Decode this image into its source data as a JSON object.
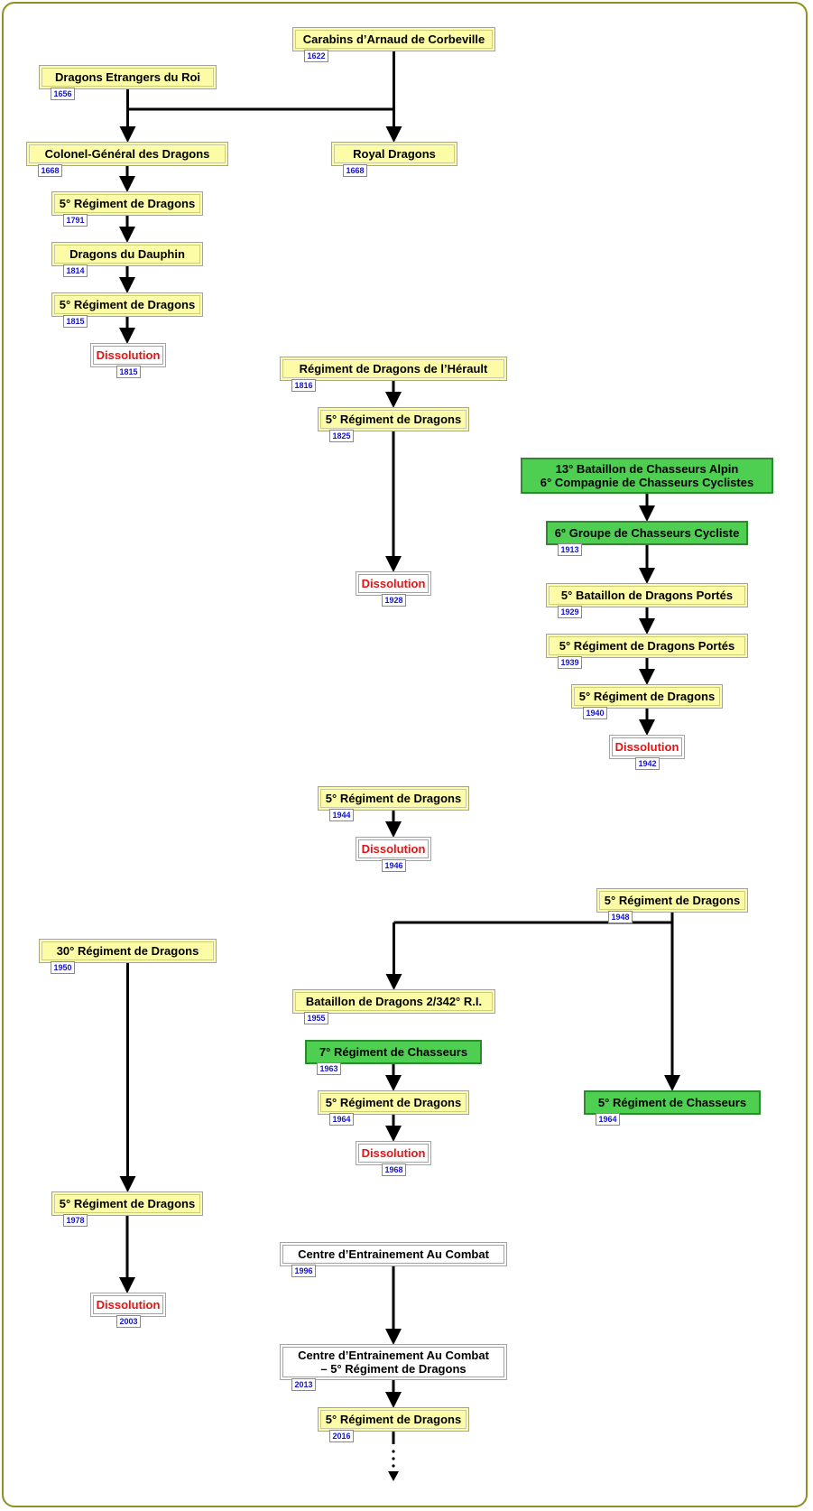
{
  "colors": {
    "frame": "#8f8f22",
    "yellow_node": "#fdfca6",
    "green_node": "#4fcf52",
    "dissolution_text": "#e31414",
    "year_text": "#1414d4",
    "arrow": "#000000"
  },
  "nodes": [
    {
      "id": "n1",
      "label": "Carabins d’Arnaud de Corbeville",
      "year": "1622",
      "style": "yellow"
    },
    {
      "id": "n2",
      "label": "Dragons Etrangers du Roi",
      "year": "1656",
      "style": "yellow"
    },
    {
      "id": "n3",
      "label": "Colonel-Général des Dragons",
      "year": "1668",
      "style": "yellow"
    },
    {
      "id": "n4",
      "label": "Royal Dragons",
      "year": "1668",
      "style": "yellow"
    },
    {
      "id": "n5",
      "label": "5° Régiment de Dragons",
      "year": "1791",
      "style": "yellow"
    },
    {
      "id": "n6",
      "label": "Dragons du Dauphin",
      "year": "1814",
      "style": "yellow"
    },
    {
      "id": "n7",
      "label": "5° Régiment de Dragons",
      "year": "1815",
      "style": "yellow"
    },
    {
      "id": "n8",
      "label": "Dissolution",
      "year": "1815",
      "style": "diss"
    },
    {
      "id": "n9",
      "label": "Régiment de Dragons de l’Hérault",
      "year": "1816",
      "style": "yellow"
    },
    {
      "id": "n10",
      "label": "5° Régiment de Dragons",
      "year": "1825",
      "style": "yellow"
    },
    {
      "id": "n11",
      "label": "Dissolution",
      "year": "1928",
      "style": "diss"
    },
    {
      "id": "n12",
      "label": "13° Bataillon de Chasseurs Alpin\n6° Compagnie de Chasseurs Cyclistes",
      "year": "",
      "style": "green"
    },
    {
      "id": "n13",
      "label": "6° Groupe de Chasseurs Cycliste",
      "year": "1913",
      "style": "green"
    },
    {
      "id": "n14",
      "label": "5° Bataillon de Dragons Portés",
      "year": "1929",
      "style": "yellow"
    },
    {
      "id": "n15",
      "label": "5° Régiment de Dragons Portés",
      "year": "1939",
      "style": "yellow"
    },
    {
      "id": "n16",
      "label": "5° Régiment de Dragons",
      "year": "1940",
      "style": "yellow"
    },
    {
      "id": "n17",
      "label": "Dissolution",
      "year": "1942",
      "style": "diss"
    },
    {
      "id": "n18",
      "label": "5° Régiment de Dragons",
      "year": "1944",
      "style": "yellow"
    },
    {
      "id": "n19",
      "label": "Dissolution",
      "year": "1946",
      "style": "diss"
    },
    {
      "id": "n20",
      "label": "5° Régiment de Dragons",
      "year": "1948",
      "style": "yellow"
    },
    {
      "id": "n21",
      "label": "30° Régiment de Dragons",
      "year": "1950",
      "style": "yellow"
    },
    {
      "id": "n22",
      "label": "Bataillon de Dragons 2/342° R.I.",
      "year": "1955",
      "style": "yellow"
    },
    {
      "id": "n23",
      "label": "7° Régiment de Chasseurs",
      "year": "1963",
      "style": "green"
    },
    {
      "id": "n24",
      "label": "5° Régiment de Dragons",
      "year": "1964",
      "style": "yellow"
    },
    {
      "id": "n25",
      "label": "5° Régiment de Chasseurs",
      "year": "1964",
      "style": "green"
    },
    {
      "id": "n26",
      "label": "Dissolution",
      "year": "1968",
      "style": "diss"
    },
    {
      "id": "n27",
      "label": "5° Régiment de Dragons",
      "year": "1978",
      "style": "yellow"
    },
    {
      "id": "n28",
      "label": "Dissolution",
      "year": "2003",
      "style": "diss"
    },
    {
      "id": "n29",
      "label": "Centre d’Entrainement Au Combat",
      "year": "1996",
      "style": "white"
    },
    {
      "id": "n30",
      "label": "Centre d’Entrainement Au Combat\n– 5° Régiment de Dragons",
      "year": "2013",
      "style": "white"
    },
    {
      "id": "n31",
      "label": "5° Régiment de Dragons",
      "year": "2016",
      "style": "yellow"
    }
  ]
}
